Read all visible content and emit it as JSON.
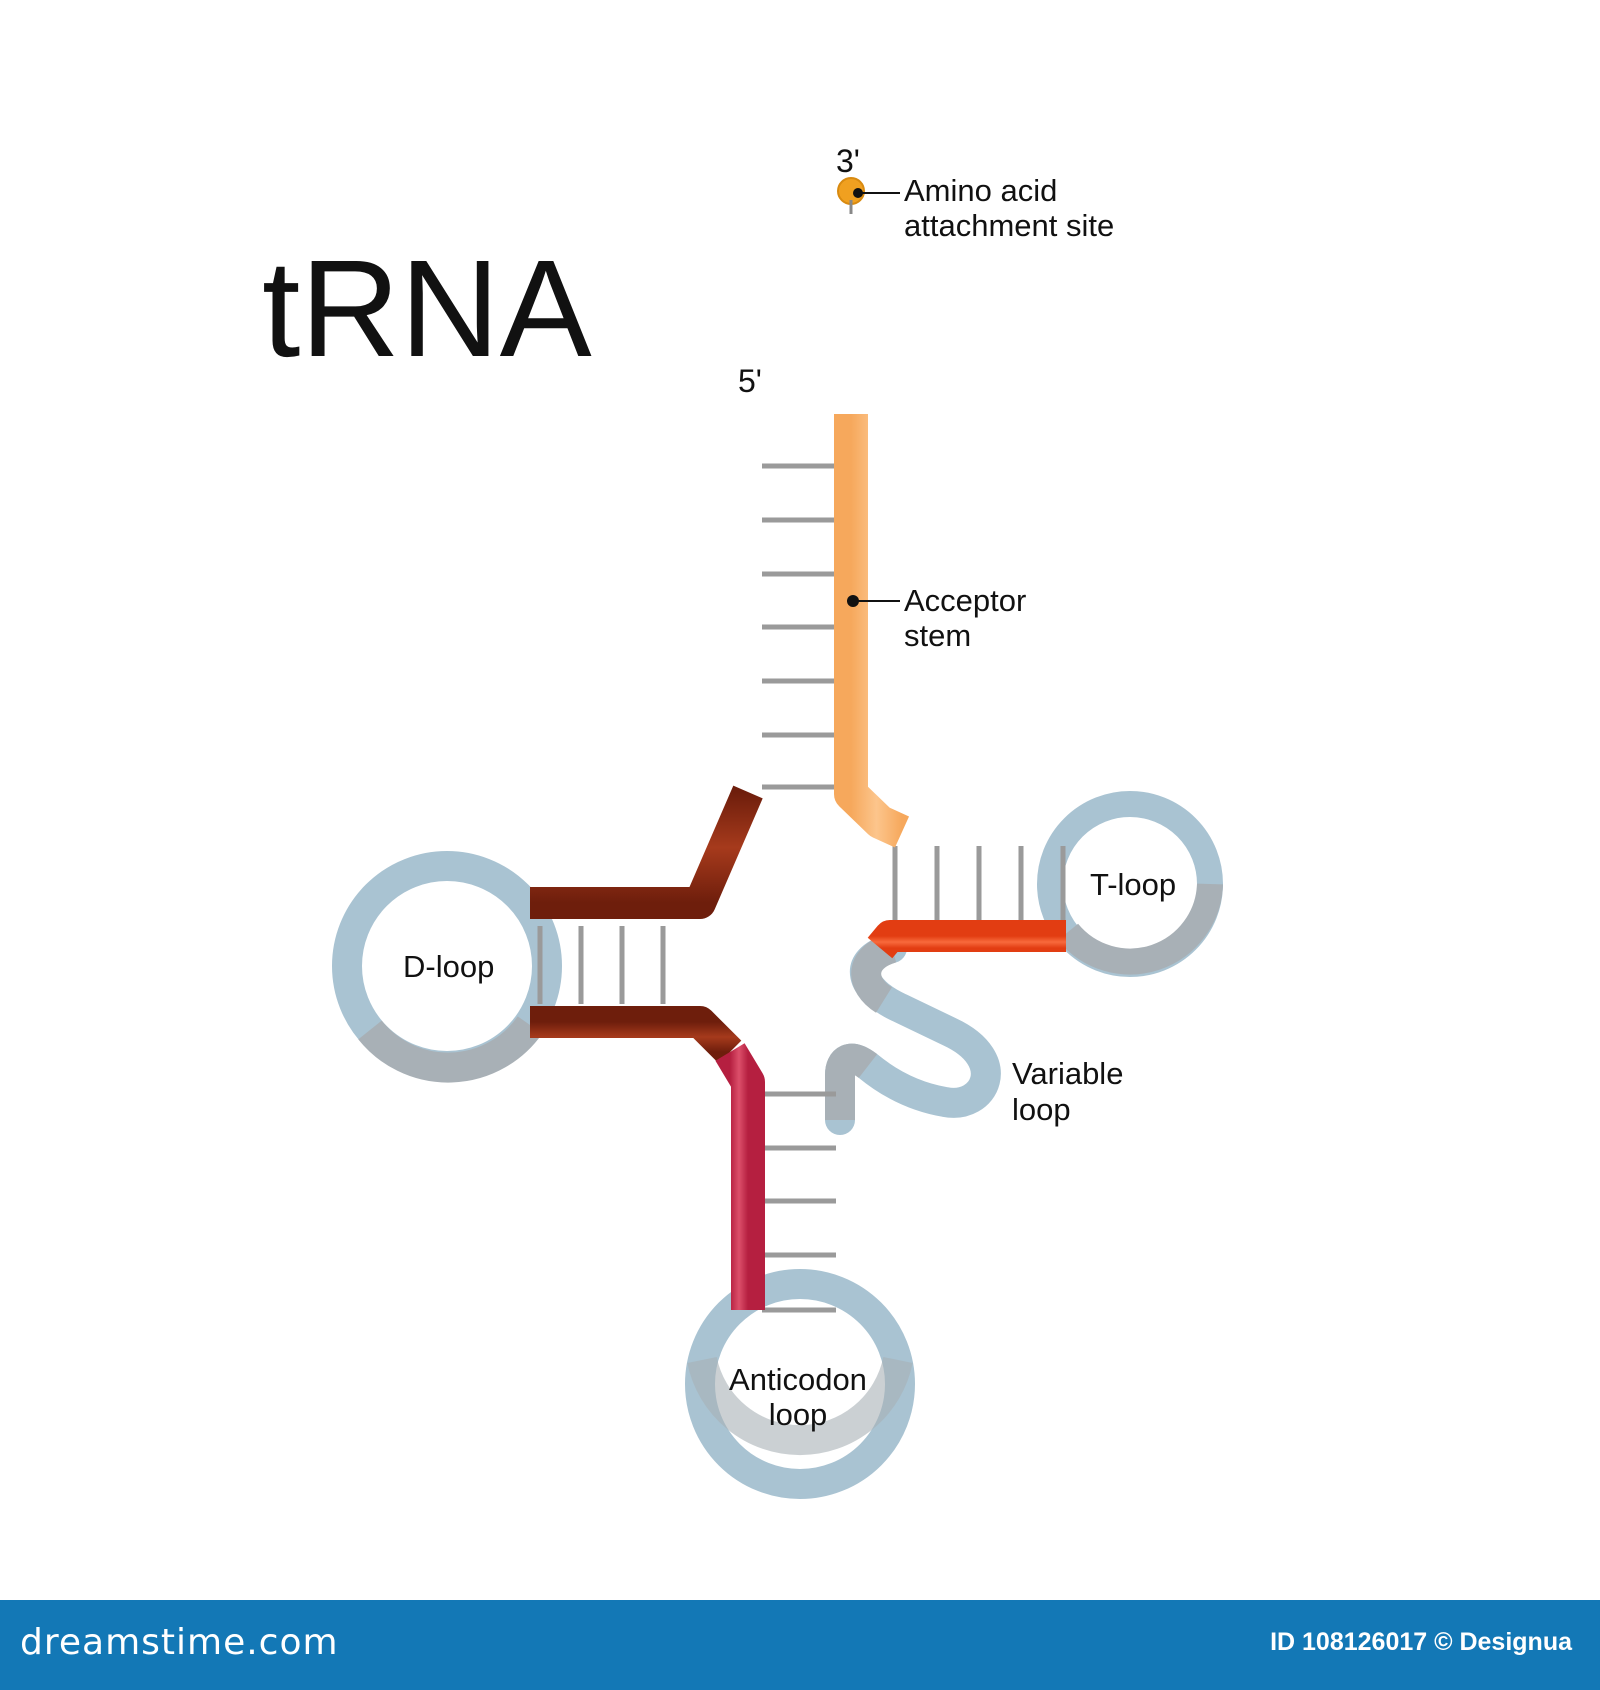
{
  "title": "tRNA",
  "labels": {
    "three_prime": "3'",
    "five_prime": "5'",
    "amino_acid_line1": "Amino acid",
    "amino_acid_line2": "attachment site",
    "acceptor_line1": "Acceptor",
    "acceptor_line2": "stem",
    "t_loop": "T-loop",
    "d_loop": "D-loop",
    "variable_line1": "Variable",
    "variable_line2": "loop",
    "anticodon_line1": "Anticodon",
    "anticodon_line2": "loop"
  },
  "footer": {
    "logo": "dreamstime.com",
    "id_text": "ID 108126017 © Designua"
  },
  "colors": {
    "acceptor": "#f8b46e",
    "amino_tip": "#ef4f2b",
    "d_arm": "#8a2a12",
    "anticodon_arm": "#c6284a",
    "t_arm": "#ef4a1c",
    "loop": "#a9c3d2",
    "rung": "#9a9a9a",
    "attach_dot": "#f0a020",
    "footer": "#1378b6"
  }
}
